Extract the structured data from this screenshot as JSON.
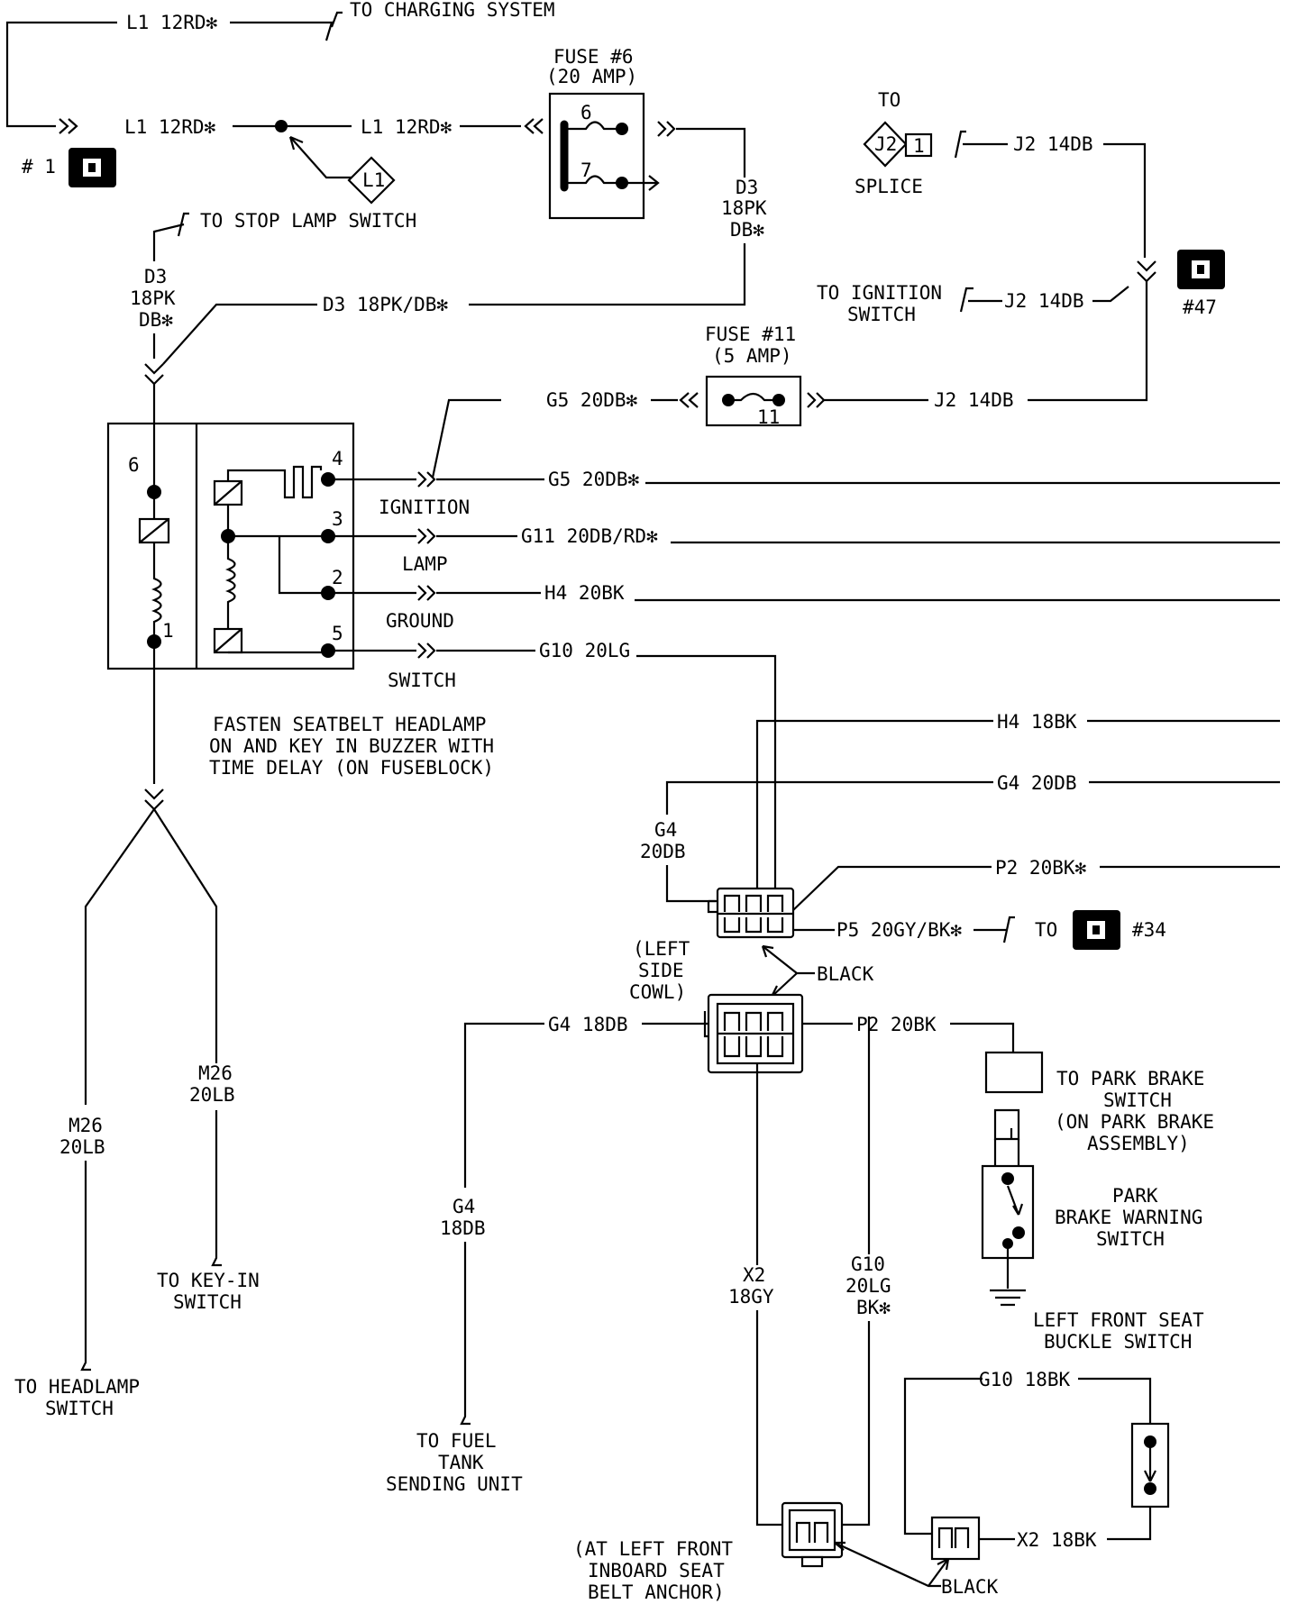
{
  "labels": {
    "top_l1": "L1 12RD✻",
    "to_charging": "TO CHARGING SYSTEM",
    "l1_left": "L1 12RD✻",
    "l1_right": "L1 12RD✻",
    "l1_diamond": "L1",
    "c1_num": "# 1",
    "fuse6_title": "FUSE #6",
    "fuse6_amp": "(20 AMP)",
    "fuse6_p6": "6",
    "fuse6_p7": "7",
    "d3_r1": "D3",
    "d3_r2": "18PK",
    "d3_r3": "DB✻",
    "to": "TO",
    "j2_diamond": "J2",
    "j2_num": "1",
    "splice": "SPLICE",
    "j2_top": "J2 14DB",
    "to_stop_lamp": "TO STOP LAMP SWITCH",
    "d3_l1": "D3",
    "d3_l2": "18PK",
    "d3_l3": "DB✻",
    "d3_horiz": "D3 18PK/DB✻",
    "to_ignition_1": "TO IGNITION",
    "to_ignition_2": "SWITCH",
    "j2_mid": "J2 14DB",
    "c47_num": "#47",
    "fuse11_title": "FUSE #11",
    "fuse11_amp": "(5 AMP)",
    "fuse11_num": "11",
    "g5_top": "G5 20DB✻",
    "j2_low": "J2 14DB",
    "pin6": "6",
    "pin1": "1",
    "pin4": "4",
    "pin3": "3",
    "pin2": "2",
    "pin5": "5",
    "ignition": "IGNITION",
    "lamp": "LAMP",
    "ground": "GROUND",
    "switch_lbl": "SWITCH",
    "g5_mid": "G5 20DB✻",
    "g11": "G11 20DB/RD✻",
    "h4_20bk": "H4 20BK",
    "g10_20lg": "G10 20LG",
    "buzzer_1": "FASTEN SEATBELT HEADLAMP",
    "buzzer_2": "ON AND KEY IN BUZZER WITH",
    "buzzer_3": "TIME DELAY (ON FUSEBLOCK)",
    "h4_18bk": "H4 18BK",
    "g4_20db": "G4 20DB",
    "g4_v1": "G4",
    "g4_v2": "20DB",
    "p2_20bk_top": "P2 20BK✻",
    "p5": "P5 20GY/BK✻",
    "to_34": "TO",
    "c34_num": "#34",
    "black_1": "BLACK",
    "left_side_1": "(LEFT",
    "left_side_2": "SIDE",
    "left_side_3": "COWL)",
    "g4_18db": "G4 18DB",
    "p2_20bk": "P2 20BK",
    "to_park_1": "TO PARK BRAKE",
    "to_park_2": "SWITCH",
    "to_park_3": "(ON PARK BRAKE",
    "to_park_4": "ASSEMBLY)",
    "park_1": "PARK",
    "park_2": "BRAKE WARNING",
    "park_3": "SWITCH",
    "m26_r1": "M26",
    "m26_r2": "20LB",
    "m26_l1": "M26",
    "m26_l2": "20LB",
    "to_keyin_1": "TO KEY-IN",
    "to_keyin_2": "SWITCH",
    "g4_v18_1": "G4",
    "g4_v18_2": "18DB",
    "x2_1": "X2",
    "x2_2": "18GY",
    "g10_v1": "G10",
    "g10_v2": "20LG",
    "g10_v3": "BK✻",
    "buckle_1": "LEFT FRONT SEAT",
    "buckle_2": "BUCKLE SWITCH",
    "to_headlamp_1": "TO HEADLAMP",
    "to_headlamp_2": "SWITCH",
    "g10_18bk": "G10 18BK",
    "to_fuel_1": "TO FUEL",
    "to_fuel_2": "TANK",
    "to_fuel_3": "SENDING UNIT",
    "x2_18bk": "X2 18BK",
    "anchor_1": "(AT LEFT FRONT",
    "anchor_2": "INBOARD SEAT",
    "anchor_3": "BELT ANCHOR)",
    "black_2": "BLACK"
  }
}
